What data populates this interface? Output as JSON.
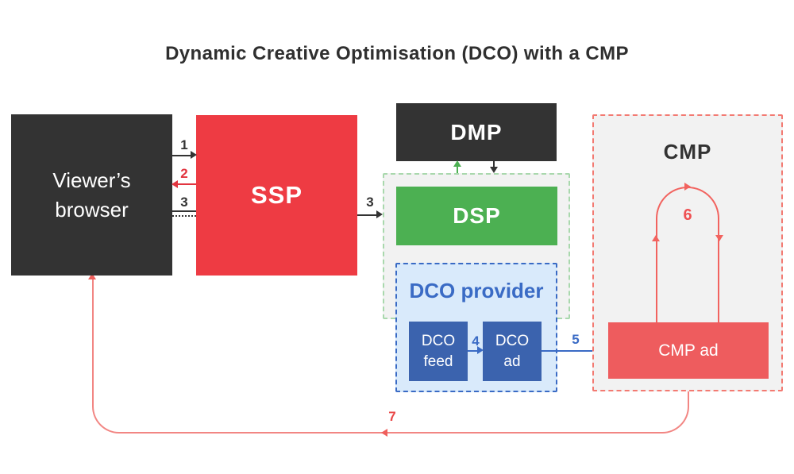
{
  "title": "Dynamic Creative Optimisation (DCO) with a CMP",
  "nodes": {
    "viewers_browser": {
      "label": "Viewer’s browser",
      "color": "#333333"
    },
    "ssp": {
      "label": "SSP",
      "color": "#ee3b43"
    },
    "dmp": {
      "label": "DMP",
      "color": "#333333"
    },
    "dsp": {
      "label": "DSP",
      "color": "#4cb052"
    },
    "dsp_group": {
      "fill": "#f2f2f2",
      "border_color": "#a9d8ad"
    },
    "dco_provider": {
      "label": "DCO provider",
      "fill": "#d9eafb",
      "border_color": "#3a6bc5",
      "text_color": "#3a6bc5"
    },
    "dco_feed": {
      "label": "DCO feed",
      "color": "#3b63ae"
    },
    "dco_ad": {
      "label": "DCO ad",
      "color": "#3b63ae"
    },
    "cmp": {
      "label": "CMP",
      "fill": "#f2f2f2",
      "border_color": "#f37a72",
      "text_color": "#333333"
    },
    "cmp_ad": {
      "label": "CMP ad",
      "color": "#ee5c5e"
    }
  },
  "steps": [
    {
      "n": "1",
      "from": "viewers_browser",
      "to": "ssp",
      "color": "#333333"
    },
    {
      "n": "2",
      "from": "ssp",
      "to": "viewers_browser",
      "color": "#e23540"
    },
    {
      "n": "3",
      "from": "viewers_browser",
      "to": "dsp",
      "color": "#333333"
    },
    {
      "n": "4",
      "from": "dco_feed",
      "to": "dco_ad",
      "color": "#3a6bc5"
    },
    {
      "n": "5",
      "from": "dco_ad",
      "to": "cmp_ad",
      "color": "#3a6bc5"
    },
    {
      "n": "6",
      "loop_on": "cmp_ad",
      "color": "#f2635f"
    },
    {
      "n": "7",
      "from": "cmp_ad",
      "to": "viewers_browser",
      "color": "#ef5f5c"
    }
  ],
  "dmp_links": {
    "up_arrow_color": "#4cb052",
    "down_arrow_color": "#333333"
  }
}
